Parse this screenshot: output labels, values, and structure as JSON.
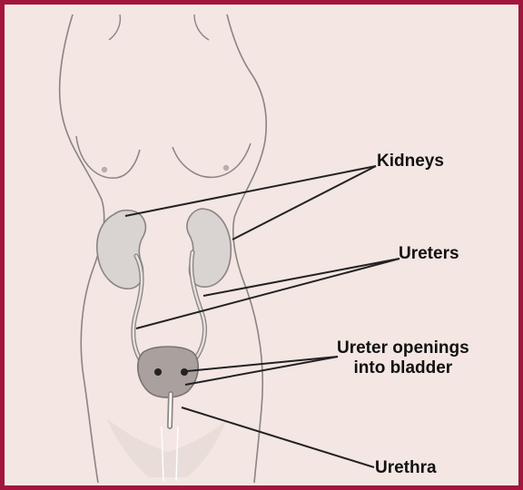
{
  "colors": {
    "frame_border": "#a2163c",
    "background": "#f3e6e3",
    "body_outline": "#8a8483",
    "organ_fill": "#d9d3d1",
    "bladder_fill": "#aaa09e",
    "leader_line": "#222222",
    "label_text": "#111111"
  },
  "labels": {
    "kidneys": "Kidneys",
    "ureters": "Ureters",
    "ureter_openings_line1": "Ureter openings",
    "ureter_openings_line2": "into bladder",
    "urethra": "Urethra"
  }
}
